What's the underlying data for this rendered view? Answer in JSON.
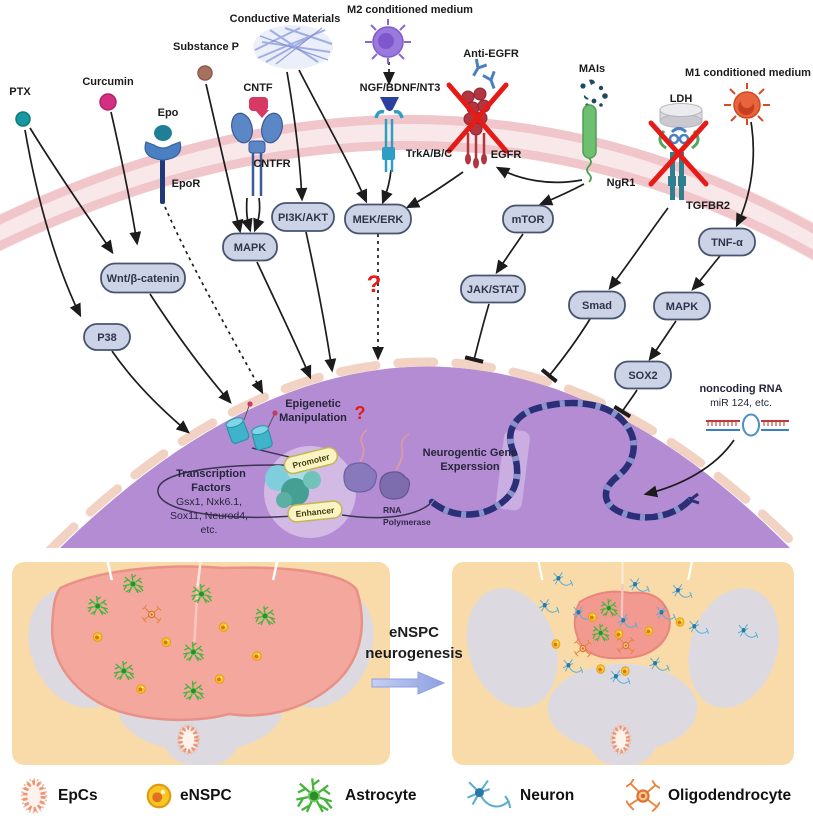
{
  "signaling": {
    "stimuli": {
      "ptx": "PTX",
      "curcumin": "Curcumin",
      "substance_p": "Substance P",
      "epo": "Epo",
      "cntf": "CNTF",
      "conductive_materials": "Conductive Materials",
      "m2_medium": "M2 conditioned medium",
      "ngf_bdnf_nt3": "NGF/BDNF/NT3",
      "anti_egfr": "Anti-EGFR",
      "mais": "MAIs",
      "ldh": "LDH",
      "m1_medium": "M1 conditioned medium"
    },
    "receptors": {
      "epor": "EpoR",
      "cntfr": "CNTFR",
      "trk": "TrkA/B/C",
      "egfr": "EGFR",
      "ngr1": "NgR1",
      "tgfbr2": "TGFBR2"
    },
    "nodes": {
      "wnt": "Wnt/β-catenin",
      "p38": "P38",
      "mapk_left": "MAPK",
      "pi3k_akt": "PI3K/AKT",
      "mek_erk": "MEK/ERK",
      "mtor": "mTOR",
      "jak_stat": "JAK/STAT",
      "smad": "Smad",
      "mapk_right": "MAPK",
      "tnf_alpha": "TNF-α",
      "sox2": "SOX2"
    },
    "unknown_mark": "?"
  },
  "nucleus": {
    "epigenetic": [
      "Epigenetic",
      "Manipulation"
    ],
    "transcription_factors": [
      "Transcription",
      "Factors",
      "Gsx1, Nxk6.1,",
      "Sox11, Neurod4,",
      "etc."
    ],
    "promoter": "Promoter",
    "enhancer": "Enhancer",
    "rna_polymerase": [
      "RNA",
      "Polymerase"
    ],
    "gene_expression": [
      "Neurogentic Gene",
      "Experssion"
    ],
    "noncoding_rna": [
      "noncoding RNA",
      "miR 124, etc."
    ]
  },
  "bottom": {
    "transition_label": [
      "eNSPC",
      "neurogenesis"
    ]
  },
  "legend": {
    "items": [
      {
        "label": "EpCs"
      },
      {
        "label": "eNSPC"
      },
      {
        "label": "Astrocyte"
      },
      {
        "label": "Neuron"
      },
      {
        "label": "Oligodendrocyte"
      }
    ]
  },
  "colors": {
    "membrane_pink": "#f0c6ca",
    "nucleus_purple": "#b48cd4",
    "node_fill": "#ccd3e7",
    "node_border": "#46546f",
    "alert_red": "#e41b17",
    "lesion_pink": "#f3a79d",
    "tissue_orange": "#f9daa9",
    "gray_matter": "#dcdae0",
    "astrocyte_green": "#46b33c",
    "neuron_blue": "#58aed6",
    "oligodendrocyte_orange": "#e8823c",
    "enspc_yellow": "#f6c722",
    "epcs_orange": "#f09372"
  }
}
